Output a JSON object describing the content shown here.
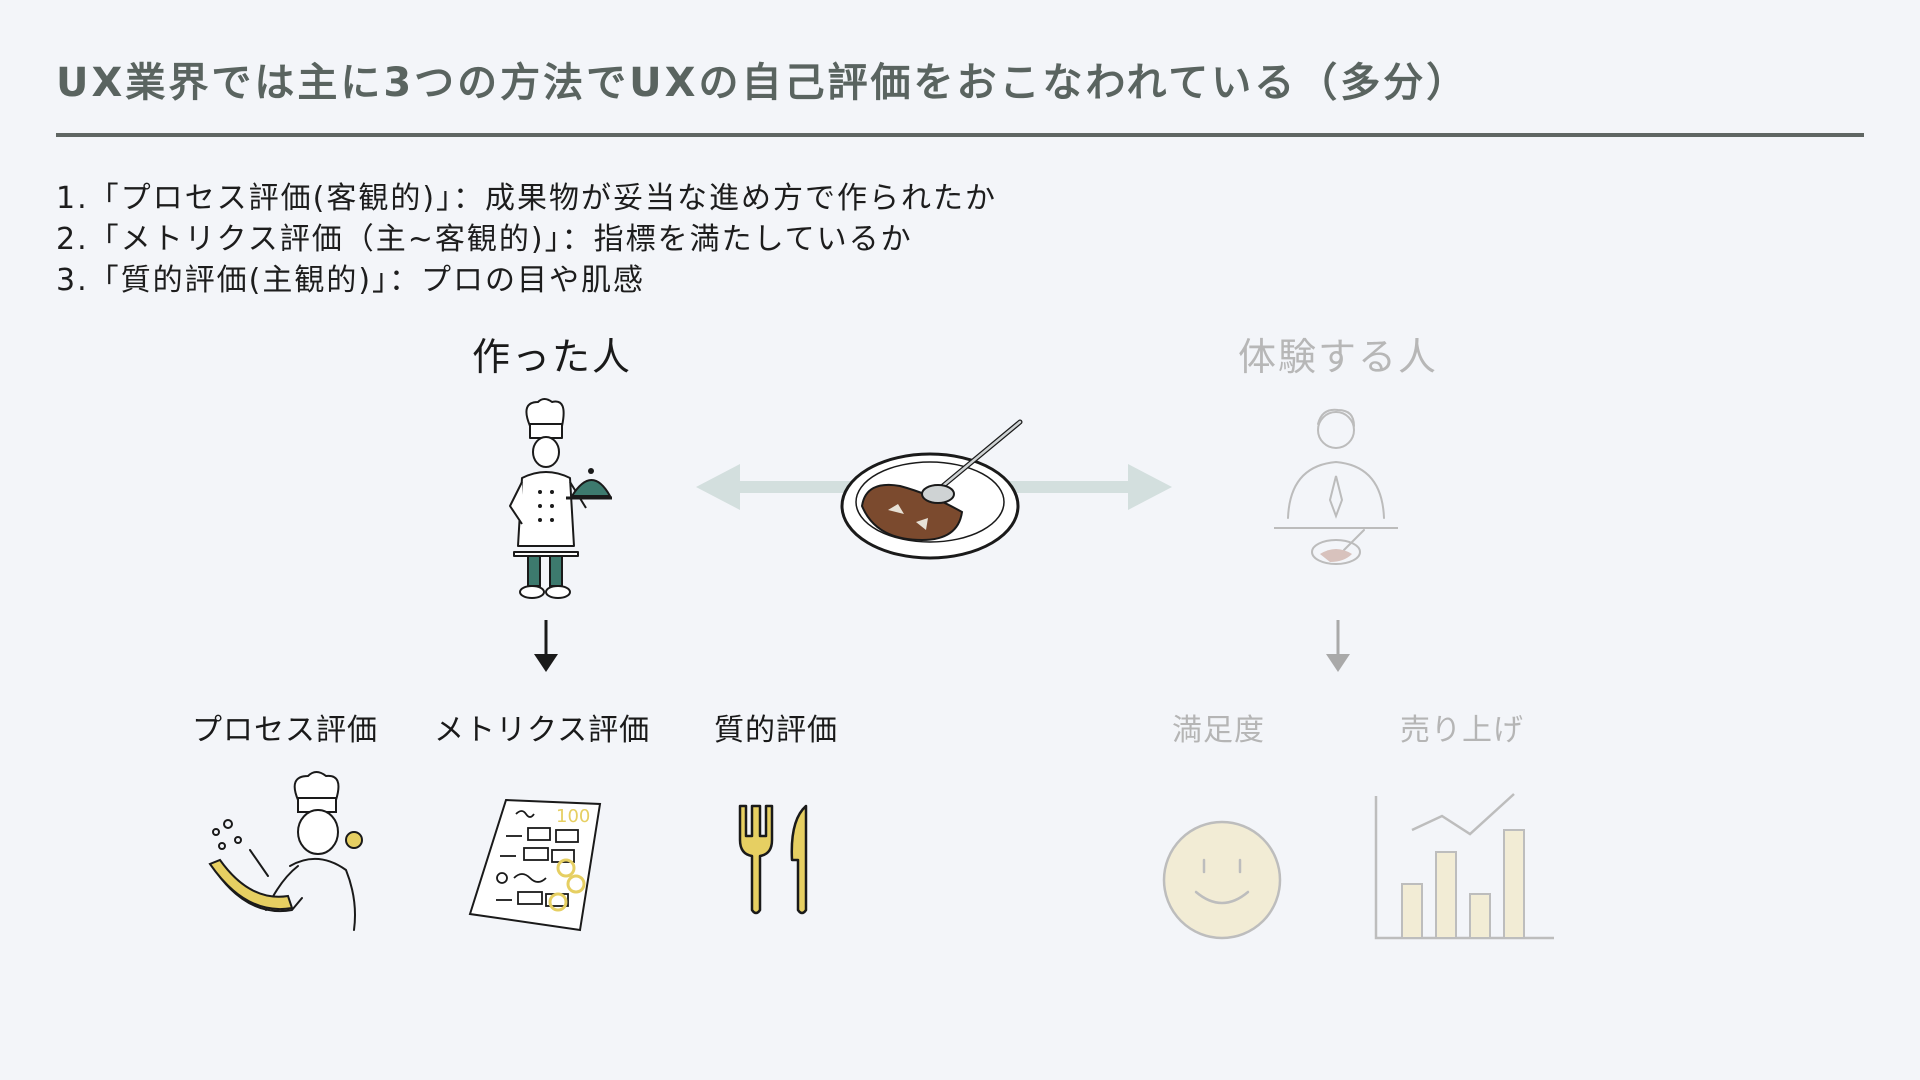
{
  "title": "UX業界では主に3つの方法でUXの自己評価をおこなわれている（多分）",
  "points": [
    "1.「プロセス評価(客観的)」：成果物が妥当な進め方で作られたか",
    "2.「メトリクス評価（主~客観的)」：指標を満たしているか",
    "3.「質的評価(主観的)」：プロの目や肌感"
  ],
  "maker": {
    "heading": "作った人",
    "labels": {
      "process": "プロセス評価",
      "metrics": "メトリクス評価",
      "quality": "質的評価"
    }
  },
  "user": {
    "heading": "体験する人",
    "labels": {
      "satisfaction": "満足度",
      "sales": "売り上げ"
    }
  },
  "icons": [
    "chef-icon",
    "curry-icon",
    "person-praying-icon",
    "chef-cooking-icon",
    "checklist-icon",
    "fork-knife-icon",
    "smiley-icon",
    "bar-chart-icon",
    "arrow-down-icon",
    "double-arrow-icon"
  ],
  "colors": {
    "accent_yellow": "#e6cf62",
    "teal": "#3d7a6e",
    "muted": "#b8b8b8",
    "arrow": "#d3dfde"
  }
}
